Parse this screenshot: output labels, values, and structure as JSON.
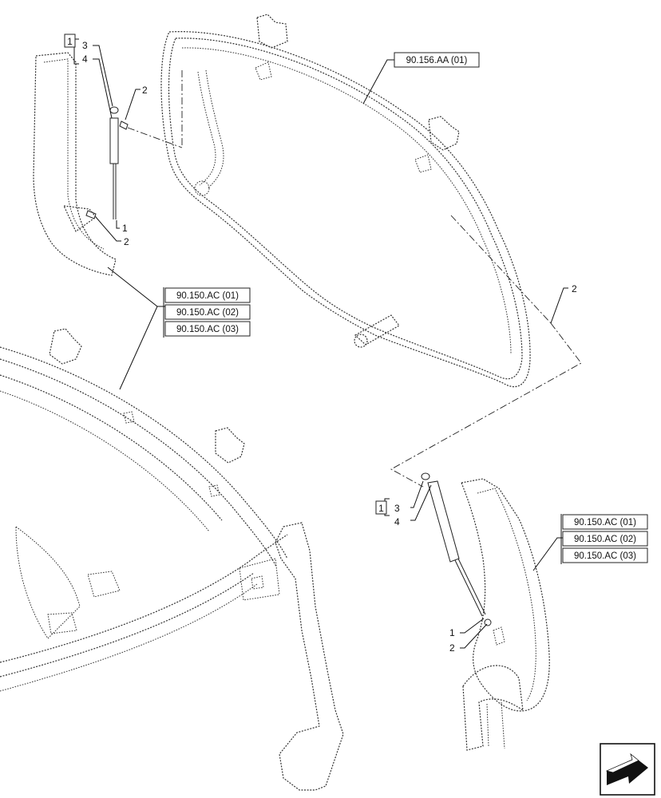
{
  "refs": {
    "window": "90.156.AA (01)",
    "left_group": [
      "90.150.AC (01)",
      "90.150.AC (02)",
      "90.150.AC (03)"
    ],
    "right_group": [
      "90.150.AC (01)",
      "90.150.AC (02)",
      "90.150.AC (03)"
    ]
  },
  "callouts": {
    "kit_tag": "1",
    "item_1": "1",
    "item_2": "2",
    "item_3": "3",
    "item_4": "4"
  },
  "nav": {
    "icon": "next-page-arrow-icon"
  }
}
